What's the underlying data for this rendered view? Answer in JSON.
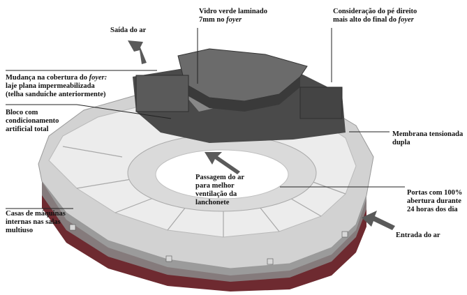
{
  "labels": {
    "vidro": {
      "lines": [
        {
          "segments": [
            {
              "text": "Vidro verde laminado"
            }
          ]
        },
        {
          "segments": [
            {
              "text": "7mm no "
            },
            {
              "text": "foyer",
              "italic": true
            }
          ]
        }
      ]
    },
    "consideracao": {
      "lines": [
        {
          "segments": [
            {
              "text": "Consideração do pé direito"
            }
          ]
        },
        {
          "segments": [
            {
              "text": "mais alto do final do "
            },
            {
              "text": "foyer",
              "italic": true
            }
          ]
        }
      ]
    },
    "saida": {
      "lines": [
        {
          "segments": [
            {
              "text": "Saída do ar"
            }
          ]
        }
      ]
    },
    "mudanca": {
      "lines": [
        {
          "segments": [
            {
              "text": "Mudança na cobertura do "
            },
            {
              "text": "foyer:",
              "italic": true
            }
          ]
        },
        {
          "segments": [
            {
              "text": "laje plana impermeabilizada"
            }
          ]
        },
        {
          "segments": [
            {
              "text": "(telha sanduíche anteriormente)"
            }
          ]
        }
      ]
    },
    "bloco": {
      "lines": [
        {
          "segments": [
            {
              "text": "Bloco com"
            }
          ]
        },
        {
          "segments": [
            {
              "text": "condicionamento"
            }
          ]
        },
        {
          "segments": [
            {
              "text": "artificial total"
            }
          ]
        }
      ]
    },
    "membrana": {
      "lines": [
        {
          "segments": [
            {
              "text": "Membrana tensionada"
            }
          ]
        },
        {
          "segments": [
            {
              "text": "dupla"
            }
          ]
        }
      ]
    },
    "passagem": {
      "lines": [
        {
          "segments": [
            {
              "text": "Passagem do ar"
            }
          ]
        },
        {
          "segments": [
            {
              "text": "para melhor"
            }
          ]
        },
        {
          "segments": [
            {
              "text": "ventilação da"
            }
          ]
        },
        {
          "segments": [
            {
              "text": "lanchonete"
            }
          ]
        }
      ]
    },
    "portas": {
      "lines": [
        {
          "segments": [
            {
              "text": "Portas com 100%"
            }
          ]
        },
        {
          "segments": [
            {
              "text": "abertura durante"
            }
          ]
        },
        {
          "segments": [
            {
              "text": "24 horas dos dia"
            }
          ]
        }
      ]
    },
    "casas": {
      "lines": [
        {
          "segments": [
            {
              "text": "Casas de máquinas"
            }
          ]
        },
        {
          "segments": [
            {
              "text": "internas nas salas"
            }
          ]
        },
        {
          "segments": [
            {
              "text": "multiuso"
            }
          ]
        }
      ]
    },
    "entrada": {
      "lines": [
        {
          "segments": [
            {
              "text": "Entrada do ar"
            }
          ]
        }
      ]
    }
  },
  "colors": {
    "wall_dark": "#7c2c34",
    "wall_top": "#c9c9c9",
    "foyer_dark": "#3b3b3b",
    "membrane": "#e6e6e6",
    "arrow": "#5a5a5a"
  }
}
